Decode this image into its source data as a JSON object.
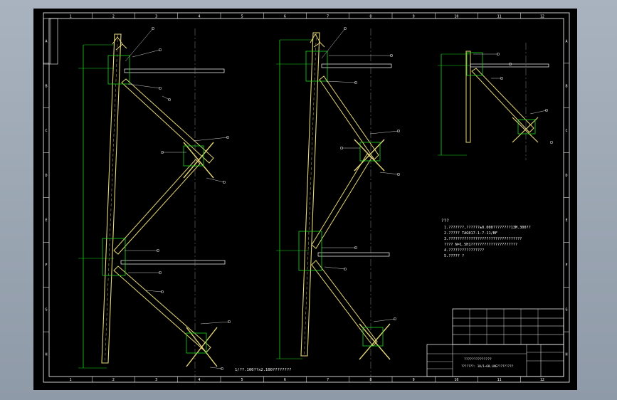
{
  "colors": {
    "page_bg": "#9ba6b3",
    "canvas_bg": "#000000",
    "frame": "#ffffff",
    "member": "#e6d77a",
    "dimension": "#18d818",
    "annotation": "#ffffff"
  },
  "grid": {
    "columns": [
      "1",
      "2",
      "3",
      "4",
      "5",
      "6",
      "7",
      "8",
      "9",
      "10",
      "11",
      "12"
    ],
    "rows": [
      "A",
      "B",
      "C",
      "D",
      "E",
      "F",
      "G",
      "H"
    ]
  },
  "notes": {
    "heading": "???",
    "lines": [
      "1.???????,??????±0.000????????13M.300??",
      "2.????? TAG017-1-7-11/BF",
      "3.?????????????????????????????????",
      "  ???? N=1.5H1?????????????????????",
      "4.????????????????",
      "5.????? ?"
    ]
  },
  "bottom_caption": "1/??.100??x2.100????????",
  "title_block": {
    "project": "??????????????",
    "drawing": "???????: 10/1~60.LNG?????????"
  }
}
